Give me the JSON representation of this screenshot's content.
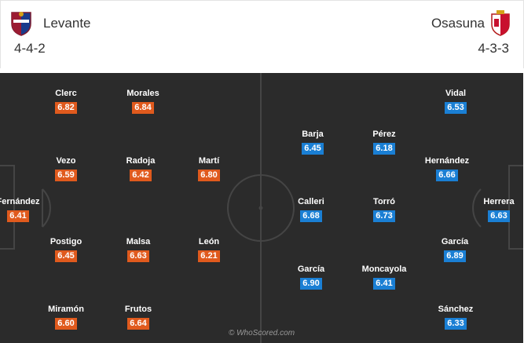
{
  "home": {
    "name": "Levante",
    "formation": "4-4-2",
    "crest": "levante-crest-icon",
    "rating_color": "#e05a1d",
    "players": [
      {
        "name": "Fernández",
        "rating": "6.41"
      },
      {
        "name": "Clerc",
        "rating": "6.82"
      },
      {
        "name": "Vezo",
        "rating": "6.59"
      },
      {
        "name": "Postigo",
        "rating": "6.45"
      },
      {
        "name": "Miramón",
        "rating": "6.60"
      },
      {
        "name": "Morales",
        "rating": "6.84"
      },
      {
        "name": "Radoja",
        "rating": "6.42"
      },
      {
        "name": "Malsa",
        "rating": "6.63"
      },
      {
        "name": "Frutos",
        "rating": "6.64"
      },
      {
        "name": "Martí",
        "rating": "6.80"
      },
      {
        "name": "León",
        "rating": "6.21"
      }
    ]
  },
  "away": {
    "name": "Osasuna",
    "formation": "4-3-3",
    "crest": "osasuna-crest-icon",
    "rating_color": "#1a7fd4",
    "players": [
      {
        "name": "Herrera",
        "rating": "6.63"
      },
      {
        "name": "Vidal",
        "rating": "6.53"
      },
      {
        "name": "Hernández",
        "rating": "6.66"
      },
      {
        "name": "García",
        "rating": "6.89"
      },
      {
        "name": "Sánchez",
        "rating": "6.33"
      },
      {
        "name": "Barja",
        "rating": "6.45"
      },
      {
        "name": "Calleri",
        "rating": "6.68"
      },
      {
        "name": "García",
        "rating": "6.90"
      },
      {
        "name": "Pérez",
        "rating": "6.18"
      },
      {
        "name": "Torró",
        "rating": "6.73"
      },
      {
        "name": "Moncayola",
        "rating": "6.41"
      }
    ]
  },
  "pitch_color": "#2b2b2b",
  "watermark": "© WhoScored.com"
}
